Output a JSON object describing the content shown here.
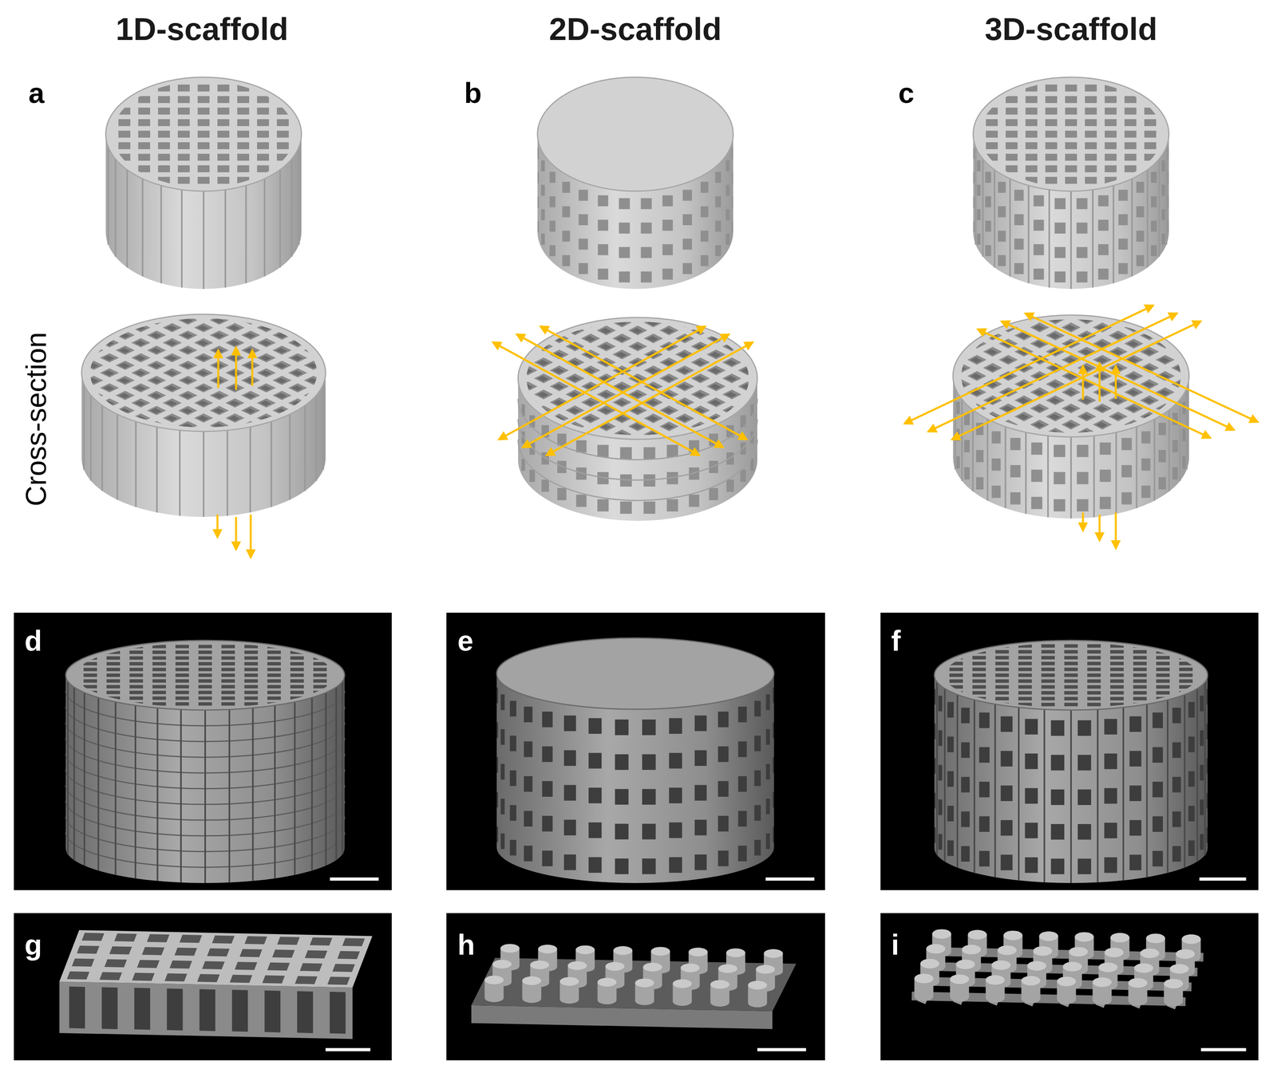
{
  "diagram": {
    "labels": [
      "1D-scaffold",
      "2D-scaffold",
      "3D-scaffold",
      "a",
      "b",
      "c",
      "Cross-section",
      "d",
      "e",
      "f",
      "g",
      "h",
      "i"
    ]
  }
}
